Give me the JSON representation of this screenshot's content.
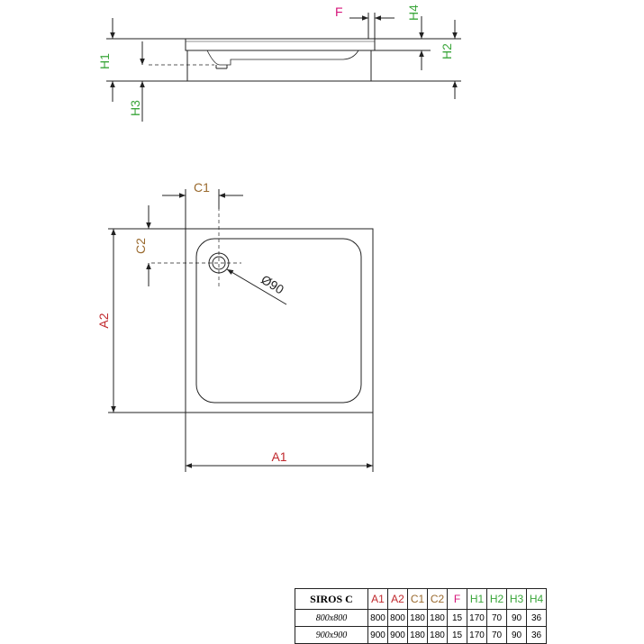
{
  "diagram": {
    "labels": {
      "a1": "A1",
      "a2": "A2",
      "c1": "C1",
      "c2": "C2",
      "f": "F",
      "h1": "H1",
      "h2": "H2",
      "h3": "H3",
      "h4": "H4",
      "drain": "Ø90"
    },
    "colors": {
      "a": "#c0282d",
      "c": "#9a6a2e",
      "f": "#d6147a",
      "h": "#3aa63a",
      "line": "#222222"
    }
  },
  "spec_table": {
    "model": "SIROS C",
    "headers": [
      "A1",
      "A2",
      "C1",
      "C2",
      "F",
      "H1",
      "H2",
      "H3",
      "H4"
    ],
    "rows": [
      {
        "size": "800x800",
        "values": [
          "800",
          "800",
          "180",
          "180",
          "15",
          "170",
          "70",
          "90",
          "36"
        ]
      },
      {
        "size": "900x900",
        "values": [
          "900",
          "900",
          "180",
          "180",
          "15",
          "170",
          "70",
          "90",
          "36"
        ]
      }
    ]
  }
}
